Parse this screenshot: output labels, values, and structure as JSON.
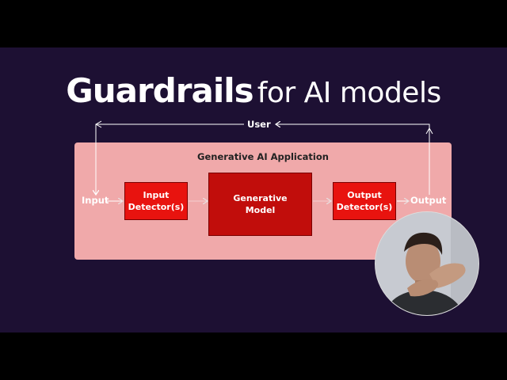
{
  "title": {
    "bold": "Guardrails",
    "light": "for AI models"
  },
  "diagram": {
    "user_label": "User",
    "app_title": "Generative AI Application",
    "input_label": "Input",
    "output_label": "Output",
    "input_detector": "Input\nDetector(s)",
    "generative_model": "Generative\nModel",
    "output_detector": "Output\nDetector(s)"
  },
  "colors": {
    "background": "#1d1033",
    "app_box": "#f0a9aa",
    "detector": "#e8130f",
    "model": "#c10d0b"
  },
  "avatar": {
    "description_icon": "presenter-webcam"
  }
}
